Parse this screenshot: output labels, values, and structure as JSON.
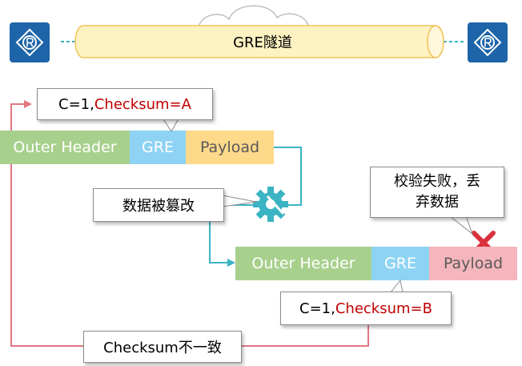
{
  "tunnel": {
    "label": "GRE隧道"
  },
  "packet_top": {
    "outer_header": "Outer Header",
    "gre": "GRE",
    "payload": "Payload"
  },
  "packet_bottom": {
    "outer_header": "Outer Header",
    "gre": "GRE",
    "payload": "Payload"
  },
  "callouts": {
    "checksum_a": {
      "prefix": "C=1, ",
      "value": "Checksum=A"
    },
    "tampered": "数据被篡改",
    "verify_fail_line1": "校验失败，丢",
    "verify_fail_line2": "弃数据",
    "checksum_b": {
      "prefix": "C=1, ",
      "value": "Checksum=B"
    },
    "mismatch": "Checksum不一致"
  },
  "icons": {
    "router_left": "router-icon",
    "router_right": "router-icon",
    "cloud": "cloud-icon",
    "gear": "gear-icon",
    "fail": "x-mark-icon"
  },
  "colors": {
    "router": "#1e64a8",
    "outer_header": "#a8d08d",
    "gre": "#8fd3f4",
    "payload_ok": "#ffd98a",
    "payload_bad": "#f4b6bc",
    "connector_teal": "#3bb3c3",
    "connector_red": "#e07781",
    "highlight_red": "#c00000"
  }
}
